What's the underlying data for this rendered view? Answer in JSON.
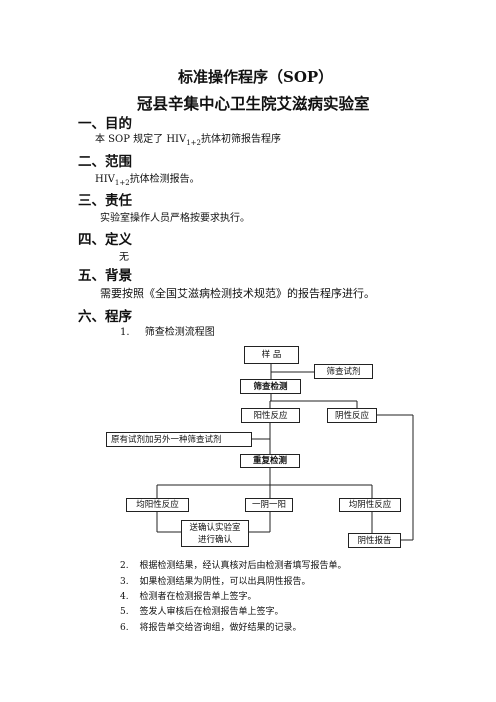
{
  "doc": {
    "title_line1": "标准操作程序（SOP）",
    "title_line2": "冠县辛集中心卫生院艾滋病实验室"
  },
  "sections": [
    {
      "heading": "一、目的",
      "text_pre": "本 SOP 规定了 HIV",
      "text_sub": "1+2",
      "text_post": "抗体初筛报告程序"
    },
    {
      "heading": "二、范围",
      "text_pre": "HIV",
      "text_sub": "1+2",
      "text_post": "抗体检测报告。"
    },
    {
      "heading": "三、责任",
      "text": "实验室操作人员严格按要求执行。"
    },
    {
      "heading": "四、定义",
      "text": "无"
    },
    {
      "heading": "五、背景",
      "text": "需要按照《全国艾滋病检测技术规范》的报告程序进行。"
    },
    {
      "heading": "六、程序"
    }
  ],
  "procedure": {
    "step1_num": "1.",
    "step1_text": "筛查检测流程图",
    "steps": [
      {
        "num": "2.",
        "text": "根据检测结果，经认真核对后由检测者填写报告单。"
      },
      {
        "num": "3.",
        "text": "如果检测结果为阴性，可以出具阴性报告。"
      },
      {
        "num": "4.",
        "text": "检测者在检测报告单上签字。"
      },
      {
        "num": "5.",
        "text": "签发人审核后在检测报告单上签字。"
      },
      {
        "num": "6.",
        "text": "将报告单交给咨询组，做好结果的记录。"
      }
    ]
  },
  "flowchart": {
    "sample": "样 品",
    "screen_reagent": "筛查试剂",
    "screen_test": "筛查检测",
    "positive": "阳性反应",
    "negative": "阴性反应",
    "retest_reagent": "原有试剂加另外一种筛查试剂",
    "retest": "重复检测",
    "both_positive": "均阳性反应",
    "one_pos_one_neg": "一阴一阳",
    "both_negative": "均阴性反应",
    "send_confirm_line1": "送确认实验室",
    "send_confirm_line2": "进行确认",
    "negative_report": "阴性报告"
  }
}
